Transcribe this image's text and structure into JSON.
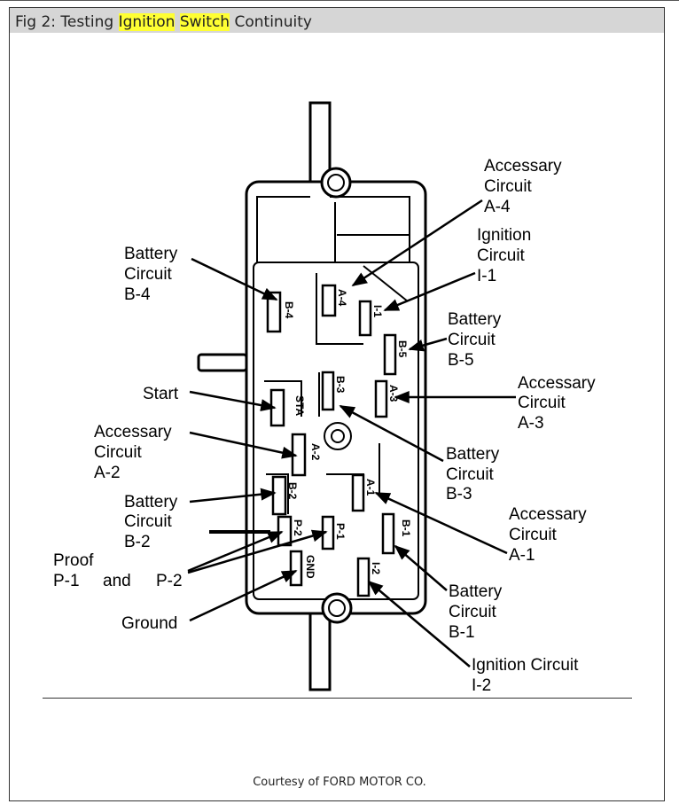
{
  "title": {
    "prefix": "Fig 2: Testing ",
    "highlight1": "Ignition",
    "space": " ",
    "highlight2": "Switch",
    "suffix": " Continuity"
  },
  "labels": {
    "acc_a4": [
      "Accessary",
      "Circuit",
      "A-4"
    ],
    "ign_i1": [
      "Ignition",
      "Circuit",
      "I-1"
    ],
    "bat_b4": [
      "Battery",
      "Circuit",
      "B-4"
    ],
    "bat_b5": [
      "Battery",
      "Circuit",
      "B-5"
    ],
    "start": "Start",
    "acc_a3": [
      "Accessary",
      "Circuit",
      "A-3"
    ],
    "acc_a2": [
      "Accessary",
      "Circuit",
      "A-2"
    ],
    "bat_b3": [
      "Battery",
      "Circuit",
      "B-3"
    ],
    "bat_b2": [
      "Battery",
      "Circuit",
      "B-2"
    ],
    "acc_a1": [
      "Accessary",
      "Circuit",
      "A-1"
    ],
    "proof": [
      "Proof",
      "P-1",
      "and",
      "P-2"
    ],
    "ground": "Ground",
    "bat_b1": [
      "Battery",
      "Circuit",
      "B-1"
    ],
    "ign_i2": [
      "Ignition Circuit",
      "I-2"
    ]
  },
  "pins": {
    "b4": "B-4",
    "a4": "A-4",
    "i1": "I-1",
    "b5": "B-5",
    "sta": "STA",
    "b3": "B-3",
    "a3": "A-3",
    "a2": "A-2",
    "b2": "B-2",
    "a1": "A-1",
    "p2": "P-2",
    "p1": "P-1",
    "b1": "B-1",
    "gnd": "GND",
    "i2": "I-2"
  },
  "credit": "Courtesy of FORD MOTOR CO."
}
